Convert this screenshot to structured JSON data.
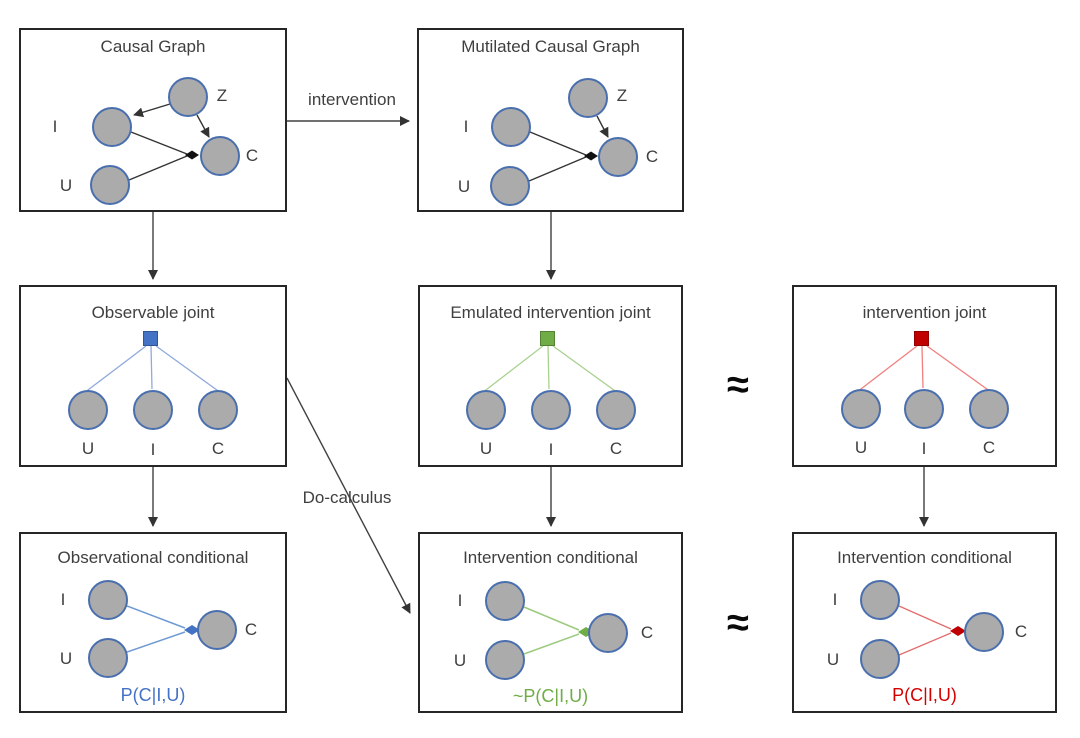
{
  "diagram": {
    "boxes": {
      "causal_graph": {
        "title": "Causal Graph",
        "nodes": {
          "i": "I",
          "z": "Z",
          "c": "C",
          "u": "U"
        },
        "edges": [
          "Z->I",
          "Z->C",
          "I->C",
          "U->C"
        ]
      },
      "mutilated_causal_graph": {
        "title": "Mutilated Causal Graph",
        "nodes": {
          "i": "I",
          "z": "Z",
          "c": "C",
          "u": "U"
        },
        "edges": [
          "Z->C",
          "I->C",
          "U->C"
        ]
      },
      "observable_joint": {
        "title": "Observable joint",
        "nodes": {
          "u": "U",
          "i": "I",
          "c": "C"
        },
        "factor_color": "#4472c4"
      },
      "emulated_intervention_joint": {
        "title": "Emulated intervention joint",
        "nodes": {
          "u": "U",
          "i": "I",
          "c": "C"
        },
        "factor_color": "#70ad47"
      },
      "intervention_joint": {
        "title": "intervention joint",
        "nodes": {
          "u": "U",
          "i": "I",
          "c": "C"
        },
        "factor_color": "#c00000"
      },
      "observational_conditional": {
        "title": "Observational conditional",
        "nodes": {
          "i": "I",
          "u": "U",
          "c": "C"
        },
        "formula": "P(C|I,U)",
        "accent_color": "#4472c4"
      },
      "intervention_conditional_emulated": {
        "title": "Intervention conditional",
        "nodes": {
          "i": "I",
          "u": "U",
          "c": "C"
        },
        "formula": "~P(C|I,U)",
        "accent_color": "#70ad47"
      },
      "intervention_conditional_true": {
        "title": "Intervention conditional",
        "nodes": {
          "i": "I",
          "u": "U",
          "c": "C"
        },
        "formula": "P(C|I,U)",
        "accent_color": "#c00000"
      }
    },
    "labels": {
      "intervention": "intervention",
      "do_calculus": "Do-calculus",
      "approx": "≈"
    },
    "colors": {
      "observational_blue": "#4472c4",
      "emulated_green": "#70ad47",
      "intervention_red": "#c00000",
      "light_blue_edge": "#8faadc",
      "light_green_edge": "#a9d18e",
      "light_red_edge": "#f08080",
      "node_fill": "#ababab",
      "node_border": "#4a6fae",
      "box_border": "#262626",
      "text": "#3f3f3f"
    }
  }
}
